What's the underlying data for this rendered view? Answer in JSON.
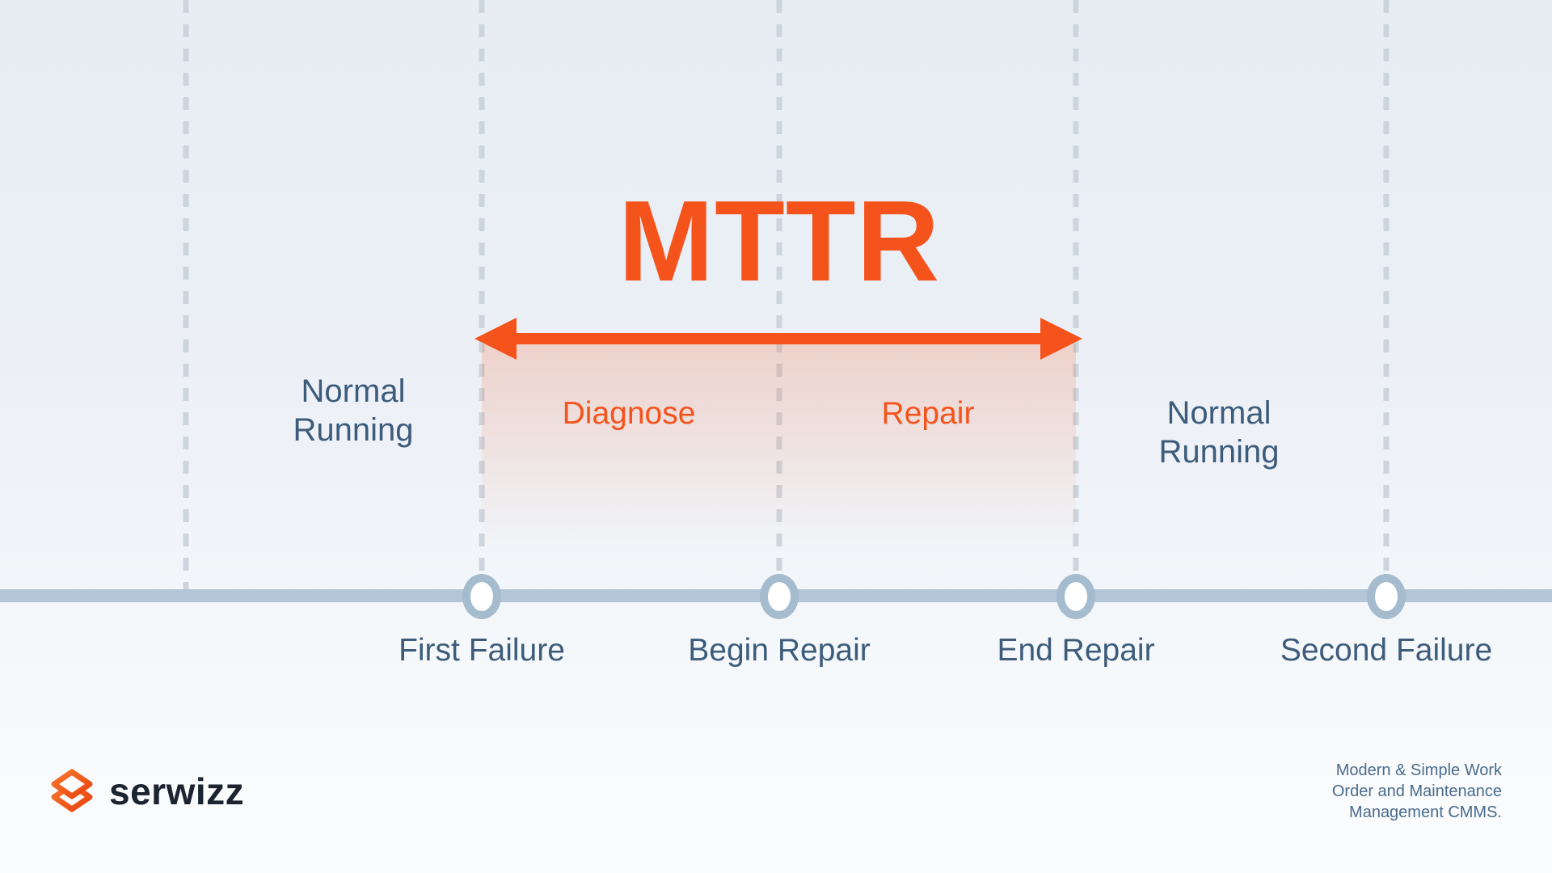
{
  "title": "MTTR",
  "colors": {
    "accent_orange": "#F5531C",
    "slate_text": "#3D5C7B",
    "timeline_bar": "#B2C6D7",
    "node_ring": "#A5BCCF",
    "gridline_dash": "#CCD5DE",
    "background_top": "#E8EDF4",
    "background_bottom": "#FBFCFD",
    "brand_text": "#1B2430"
  },
  "phases": {
    "normal_left": "Normal Running",
    "diagnose": "Diagnose",
    "repair": "Repair",
    "normal_right": "Normal Running"
  },
  "timeline": {
    "events": [
      {
        "label": "First Failure"
      },
      {
        "label": "Begin Repair"
      },
      {
        "label": "End Repair"
      },
      {
        "label": "Second Failure"
      }
    ]
  },
  "footer": {
    "brand": "serwizz",
    "tagline_lines": [
      "Modern & Simple Work",
      "Order and Maintenance",
      "Management CMMS."
    ]
  }
}
